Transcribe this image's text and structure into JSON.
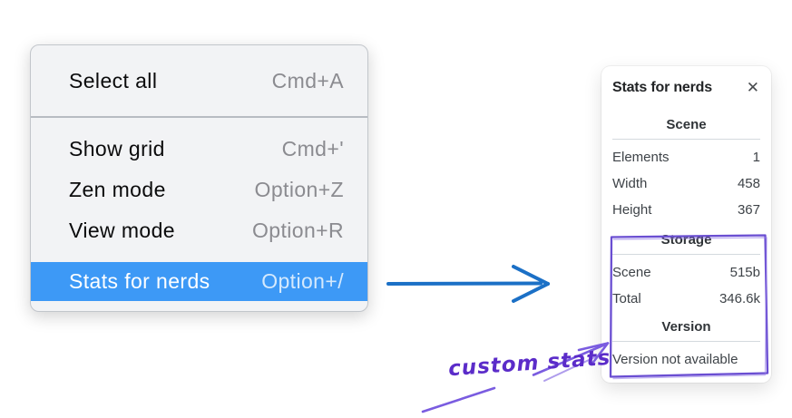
{
  "menu": {
    "items": [
      {
        "label": "Select all",
        "shortcut": "Cmd+A"
      },
      {
        "label": "Show grid",
        "shortcut": "Cmd+'"
      },
      {
        "label": "Zen mode",
        "shortcut": "Option+Z"
      },
      {
        "label": "View mode",
        "shortcut": "Option+R"
      },
      {
        "label": "Stats for nerds",
        "shortcut": "Option+/",
        "highlighted": true
      }
    ],
    "highlight_color": "#3d99f6"
  },
  "stats_panel": {
    "title": "Stats for nerds",
    "close_icon": "✕",
    "scene": {
      "header": "Scene",
      "rows": [
        {
          "label": "Elements",
          "value": "1"
        },
        {
          "label": "Width",
          "value": "458"
        },
        {
          "label": "Height",
          "value": "367"
        }
      ]
    },
    "storage": {
      "header": "Storage",
      "rows": [
        {
          "label": "Scene",
          "value": "515b"
        },
        {
          "label": "Total",
          "value": "346.6k"
        }
      ]
    },
    "version": {
      "header": "Version",
      "note": "Version not available"
    }
  },
  "annotations": {
    "label": "custom stats",
    "blue_arrow_color": "#1b70c6",
    "purple_color": "#6741d9"
  }
}
